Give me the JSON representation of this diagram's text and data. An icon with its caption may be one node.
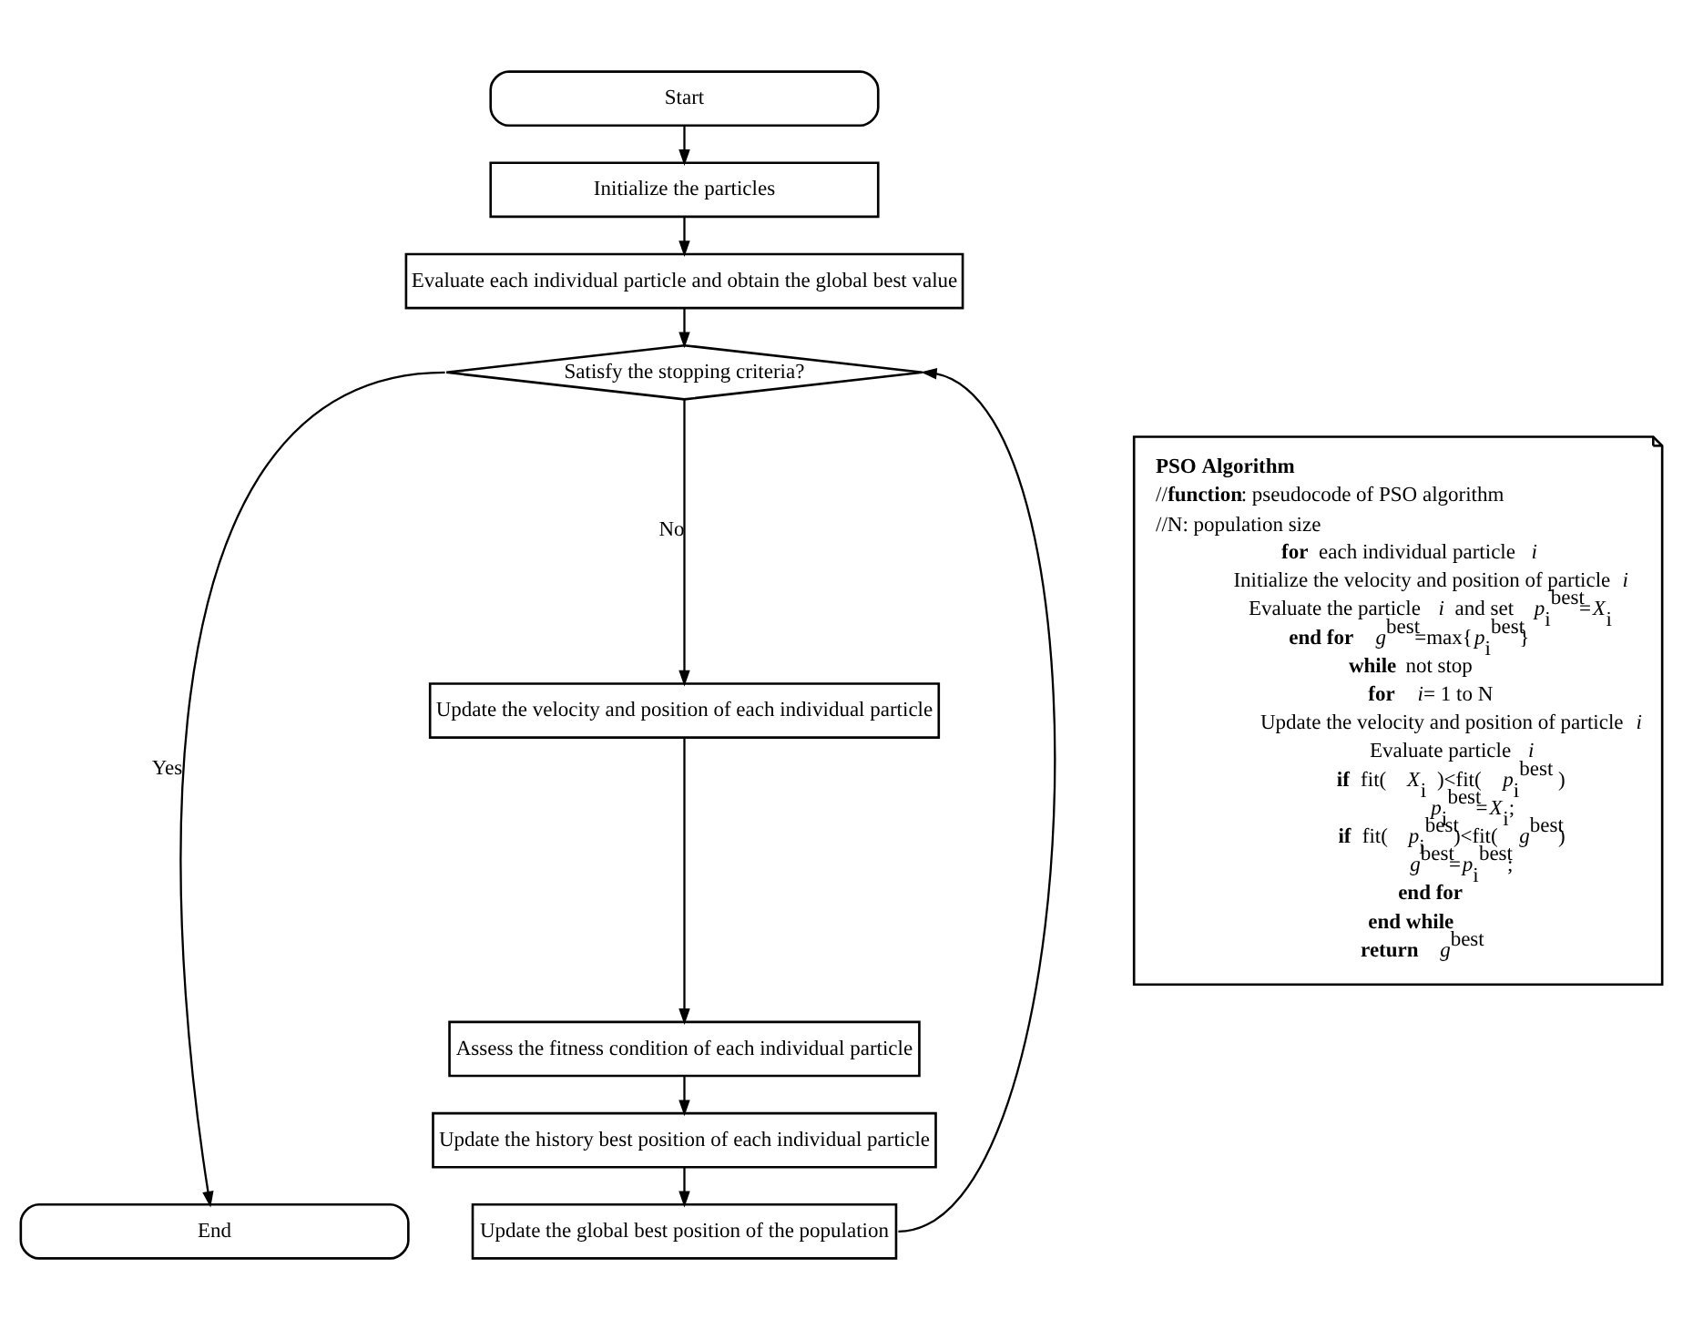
{
  "diagram": {
    "nodes": [
      {
        "text": [
          "Start"
        ]
      },
      {
        "text": [
          "Initialize the particles"
        ]
      },
      {
        "text": [
          "Evaluate each individual particle and obtain the global best value"
        ]
      },
      {
        "text": [
          "Satisfy the stopping criteria?"
        ]
      },
      {
        "text": [
          "Update the velocity and position of each individual particle"
        ]
      },
      {
        "text": [
          "Assess the fitness condition of each individual particle"
        ]
      },
      {
        "text": [
          "Update the history best position of each individual particle"
        ]
      },
      {
        "text": [
          "Update the global best position of the population"
        ]
      },
      {
        "text": [
          "End"
        ]
      },
      {
        "text": [
          "PSO Algorithm",
          "//**function**: pseudocode of PSO algorithm",
          "//N: population size",
          "**for** each individual particle *i*",
          "Initialize the velocity and position of particle *i*",
          "Evaluate the particle *i* and set *p*$_{i}$$^{best}$=*X*$_{i}$",
          "**end for** *g*$^{best}$=max{*p*$_{i}$$^{best}$}",
          "**while** not stop",
          "**for** *i*= 1 to N",
          "Update the velocity and position of particle *i*",
          "Evaluate particle *i*",
          "**if** fit( *X*$_{i}$ )<fit( *p*$_{i}$$^{best}$ )",
          "*p*$_{i}$$^{best}$=*X*$_{i}$;",
          "**if** fit( *p*$_{i}$$^{best}$)<fit( *g*$^{best}$)",
          "*g*$^{best}$=*p*$_{i}$$^{best}$;",
          "**end for**",
          "**end while**",
          "**return** *g*$^{best}$"
        ]
      }
    ],
    "edges": [
      {
        "from": 0,
        "to": 1,
        "arrow": "to"
      },
      {
        "from": 1,
        "to": 2,
        "arrow": "to"
      },
      {
        "from": 2,
        "to": 3,
        "arrow": "to"
      },
      {
        "from": 3,
        "to": 4,
        "label": "No",
        "arrow": "to"
      },
      {
        "from": 4,
        "to": 5,
        "arrow": "to"
      },
      {
        "from": 5,
        "to": 6,
        "arrow": "to"
      },
      {
        "from": 6,
        "to": 7,
        "arrow": "to"
      },
      {
        "from": 7,
        "to": 3,
        "arrow": "to"
      },
      {
        "from": 3,
        "to": 8,
        "label": "Yes",
        "arrow": "to"
      }
    ]
  }
}
